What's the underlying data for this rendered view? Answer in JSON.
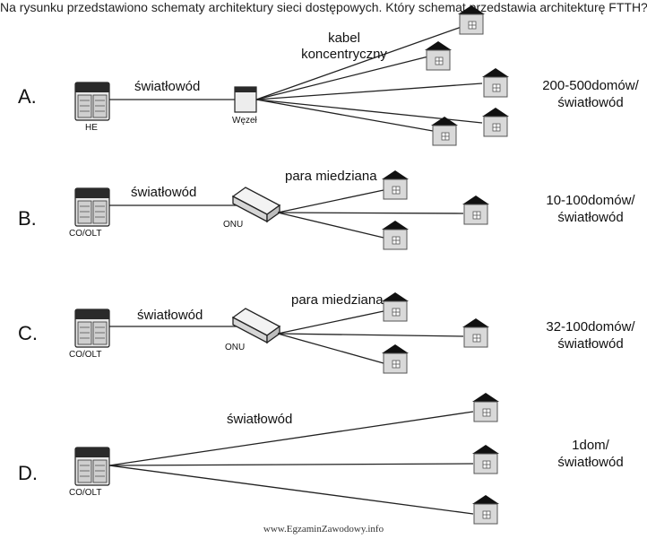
{
  "header_text": "Na rysunku przedstawiono schematy architektury sieci dostępowych. Który schemat przedstawia architekturę FTTH?",
  "rows": [
    {
      "letter": "A.",
      "fiber_label": "światłowód",
      "head_label": "HE",
      "node_label": "Węzeł",
      "cable_label_line1": "kabel",
      "cable_label_line2": "koncentryczny",
      "ratio_line1": "200-500domów/",
      "ratio_line2": "światłowód"
    },
    {
      "letter": "B.",
      "fiber_label": "światłowód",
      "head_label": "CO/OLT",
      "node_label": "ONU",
      "cable_label": "para miedziana",
      "ratio_line1": "10-100domów/",
      "ratio_line2": "światłowód"
    },
    {
      "letter": "C.",
      "fiber_label": "światłowód",
      "head_label": "CO/OLT",
      "node_label": "ONU",
      "cable_label": "para miedziana",
      "ratio_line1": "32-100domów/",
      "ratio_line2": "światłowód"
    },
    {
      "letter": "D.",
      "fiber_label": "światłowód",
      "head_label": "CO/OLT",
      "ratio_line1": "1dom/",
      "ratio_line2": "światłowód"
    }
  ],
  "watermark": "www.EgzaminZawodowy.info",
  "colors": {
    "line": "#222222",
    "house_roof": "#111111",
    "house_body": "#d9d9d9",
    "device_dark": "#2a2a2a",
    "device_light": "#e8e8e8"
  },
  "icons": [
    "headend-cabinet-icon",
    "node-box-icon",
    "onu-device-icon",
    "house-icon"
  ]
}
